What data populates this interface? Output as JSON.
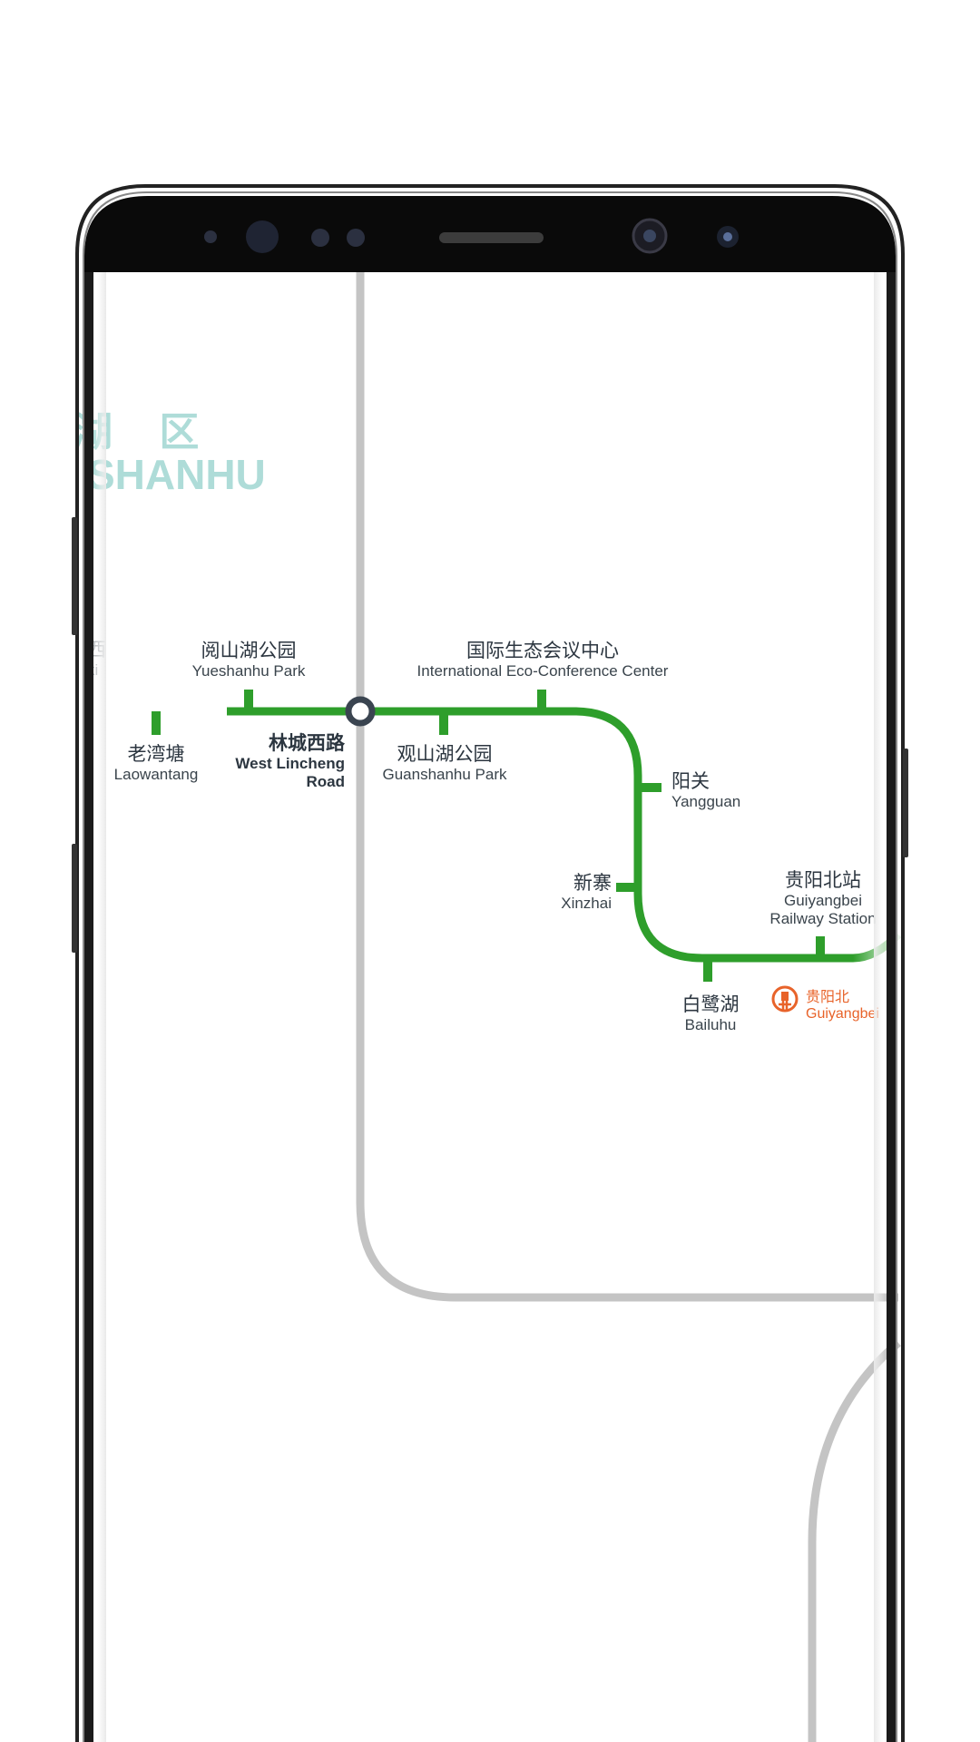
{
  "district": {
    "name_cn": "湖 区",
    "name_en": "SHANHU"
  },
  "stations": [
    {
      "id": "edge-west",
      "cn": "西",
      "en": "ki"
    },
    {
      "id": "yueshanhu-park",
      "cn": "阅山湖公园",
      "en": "Yueshanhu Park"
    },
    {
      "id": "laowantang",
      "cn": "老湾塘",
      "en": "Laowantang"
    },
    {
      "id": "west-lincheng-road",
      "cn": "林城西路",
      "en": "West Lincheng",
      "en2": "Road"
    },
    {
      "id": "international-eco-conference-center",
      "cn": "国际生态会议中心",
      "en": "International Eco-Conference Center"
    },
    {
      "id": "guanshanhu-park",
      "cn": "观山湖公园",
      "en": "Guanshanhu Park"
    },
    {
      "id": "yangguan",
      "cn": "阳关",
      "en": "Yangguan"
    },
    {
      "id": "xinzhai",
      "cn": "新寨",
      "en": "Xinzhai"
    },
    {
      "id": "guiyangbei-railway-station",
      "cn": "贵阳北站",
      "en": "Guiyangbei",
      "en2": "Railway Station"
    },
    {
      "id": "bailuhu",
      "cn": "白鹭湖",
      "en": "Bailuhu"
    }
  ],
  "railway_station": {
    "cn": "贵阳北",
    "en": "Guiyangbei"
  },
  "colors": {
    "line": "#2e9e2b",
    "other_line": "#c4c4c4",
    "interchange": "#3a4450",
    "district_label": "#aedcd8",
    "railway": "#e8632a",
    "phone_bezel": "#111111"
  }
}
